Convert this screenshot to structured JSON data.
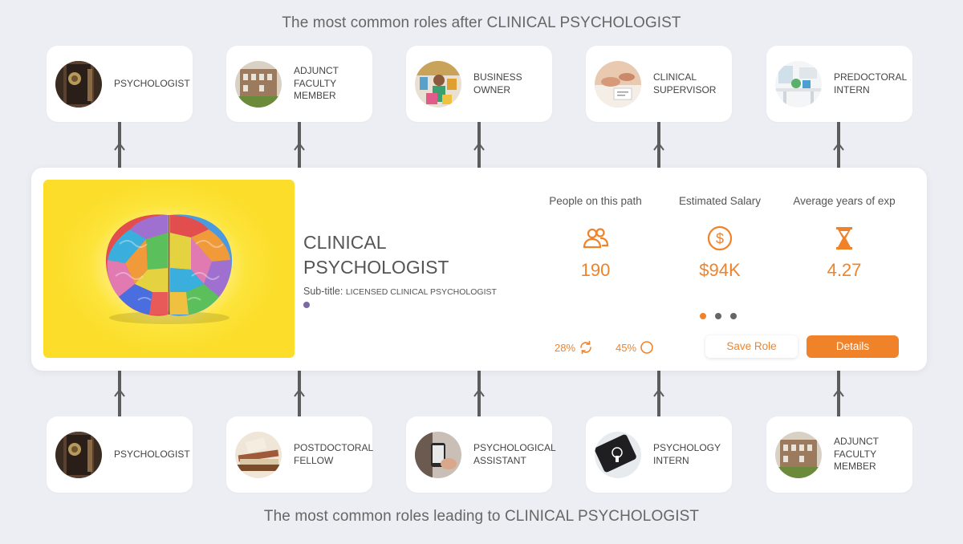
{
  "headings": {
    "top": "The most common roles after CLINICAL PSYCHOLOGIST",
    "bottom": "The most common roles leading to CLINICAL PSYCHOLOGIST"
  },
  "next_roles": [
    {
      "label": "PSYCHOLOGIST",
      "image": "ornate-door-photo"
    },
    {
      "label": "ADJUNCT FACULTY MEMBER",
      "image": "campus-building-photo"
    },
    {
      "label": "BUSINESS OWNER",
      "image": "shop-owner-photo"
    },
    {
      "label": "CLINICAL SUPERVISOR",
      "image": "desk-paperwork-photo"
    },
    {
      "label": "PREDOCTORAL INTERN",
      "image": "office-desk-photo"
    }
  ],
  "previous_roles": [
    {
      "label": "PSYCHOLOGIST",
      "image": "ornate-door-photo"
    },
    {
      "label": "POSTDOCTORAL FELLOW",
      "image": "books-photo"
    },
    {
      "label": "PSYCHOLOGICAL ASSISTANT",
      "image": "phone-reading-photo"
    },
    {
      "label": "PSYCHOLOGY INTERN",
      "image": "tablet-photo"
    },
    {
      "label": "ADJUNCT FACULTY MEMBER",
      "image": "campus-building-photo"
    }
  ],
  "current_role": {
    "title": "CLINICAL PSYCHOLOGIST",
    "subtitle_label": "Sub-title:",
    "subtitle_value": "LICENSED CLINICAL PSYCHOLOGIST",
    "image": "colorful-brain-illustration"
  },
  "stats": [
    {
      "label": "People on this path",
      "value": "190",
      "icon": "people-icon"
    },
    {
      "label": "Estimated Salary",
      "value": "$94K",
      "icon": "dollar-icon"
    },
    {
      "label": "Average years of exp",
      "value": "4.27",
      "icon": "hourglass-icon"
    }
  ],
  "mini_stats": [
    {
      "value": "28%",
      "icon": "refresh-icon"
    },
    {
      "value": "45%",
      "icon": "circle-icon"
    }
  ],
  "pager": {
    "count": 3,
    "active": 1
  },
  "buttons": {
    "save": "Save Role",
    "details": "Details"
  },
  "colors": {
    "accent": "#f0832a",
    "background": "#eceef4",
    "card": "#ffffff",
    "connector": "#5c5c5c",
    "dot": "#7e6aa3"
  }
}
